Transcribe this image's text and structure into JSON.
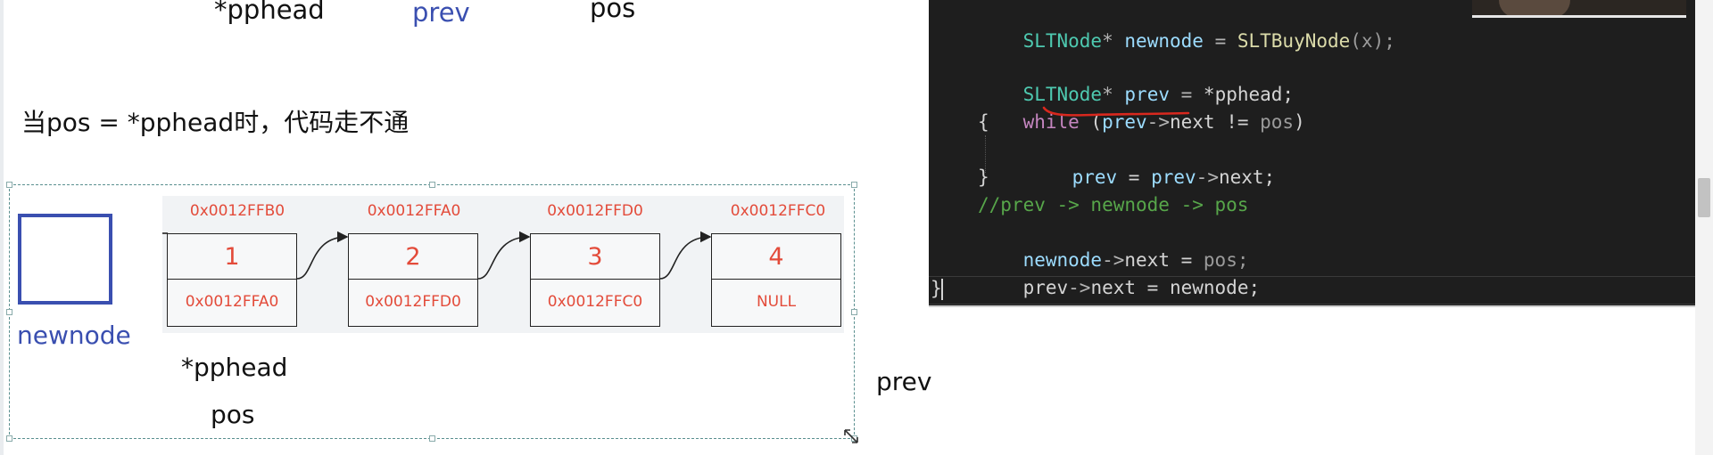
{
  "top_labels": {
    "pphead": "*pphead",
    "prev": "prev",
    "pos": "pos"
  },
  "heading": "当pos = *pphead时，代码走不通",
  "newnode_label": "newnode",
  "bottom_labels": {
    "pphead": "*pphead",
    "pos": "pos",
    "prev": "prev"
  },
  "nodes": [
    {
      "addr": "0x0012FFB0",
      "value": "1",
      "next": "0x0012FFA0"
    },
    {
      "addr": "0x0012FFA0",
      "value": "2",
      "next": "0x0012FFD0"
    },
    {
      "addr": "0x0012FFD0",
      "value": "3",
      "next": "0x0012FFC0"
    },
    {
      "addr": "0x0012FFC0",
      "value": "4",
      "next": "NULL"
    }
  ],
  "code": {
    "line1": {
      "type": "SLTNode",
      "star": "*",
      "var": "newnode",
      "eq": " = ",
      "fn": "SLTBuyNode",
      "args": "(x);"
    },
    "line2": {
      "type": "SLTNode",
      "star": "*",
      "var": "prev",
      "eq": " = ",
      "deref": "*pphead;"
    },
    "line3": {
      "kw": "while",
      "open": " (",
      "var": "prev",
      "arrow": "->",
      "field": "next",
      "op": " != ",
      "pos": "pos",
      "close": ")"
    },
    "line4": "{",
    "line5": {
      "lhs": "prev",
      "eq": " = ",
      "rhs": "prev",
      "arrow": "->",
      "field": "next;"
    },
    "line6": "}",
    "line7": "//prev -> newnode -> pos",
    "line8": {
      "lhs": "newnode",
      "arrow": "->",
      "field": "next",
      "eq": " = ",
      "rhs": "pos;"
    },
    "line9": {
      "lhs": "prev",
      "arrow": "->",
      "field": "next",
      "eq": " = ",
      "rhs": "newnode;"
    },
    "line10": "}"
  },
  "colors": {
    "editor_bg": "#1e1e1e",
    "node_red": "#e34b3a",
    "newnode_blue": "#3a4fb0",
    "annotation_underline": "#d8281e"
  }
}
